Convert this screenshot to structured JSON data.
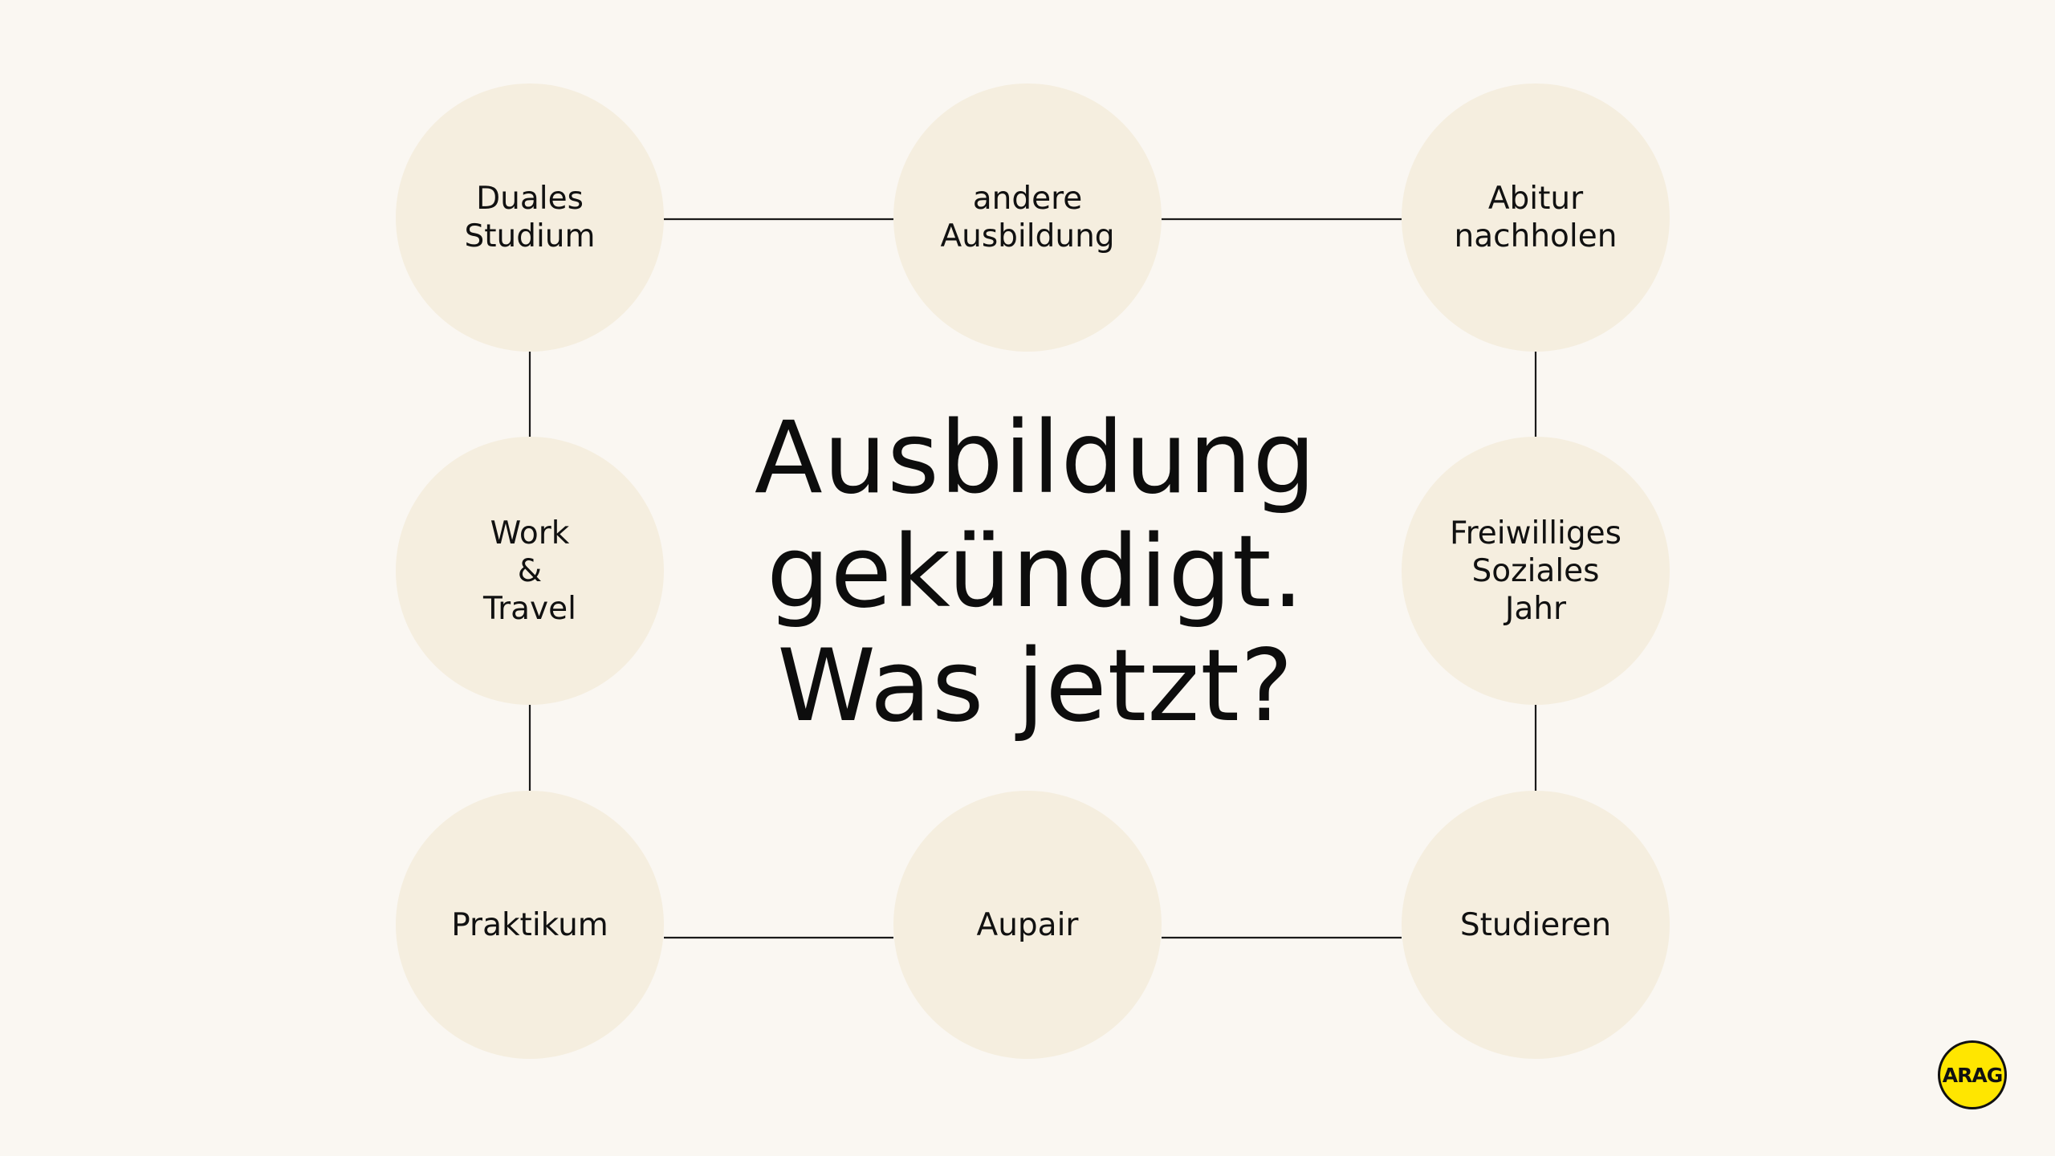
{
  "headline": "Ausbildung\ngekündigt.\nWas jetzt?",
  "nodes": {
    "duales_studium": "Duales\nStudium",
    "andere_ausbildung": "andere\nAusbildung",
    "abitur_nachholen": "Abitur\nnachholen",
    "work_and_travel": "Work\n&\nTravel",
    "freiwilliges_soziales_jahr": "Freiwilliges\nSoziales\nJahr",
    "praktikum": "Praktikum",
    "aupair": "Aupair",
    "studieren": "Studieren"
  },
  "logo": {
    "text": "ARAG",
    "color": "#ffe600"
  },
  "colors": {
    "background": "#faf7f2",
    "circle": "#f5eedf",
    "line": "#1a1a1a",
    "text": "#111111"
  }
}
